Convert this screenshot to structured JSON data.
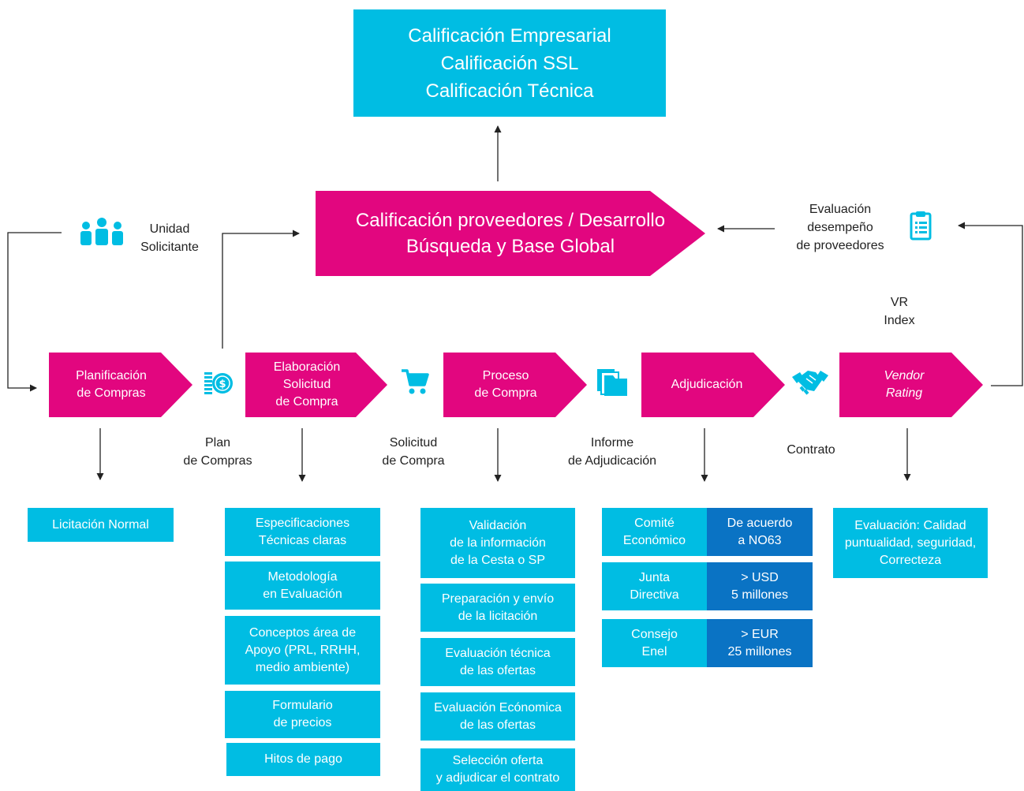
{
  "top_box": {
    "lines": [
      "Calificación Empresarial",
      "Calificación SSL",
      "Calificación Técnica"
    ]
  },
  "middle_band": {
    "lines": [
      "Calificación proveedores / Desarrollo",
      "Búsqueda y Base Global"
    ]
  },
  "side_labels": {
    "unidad": [
      "Unidad",
      "Solicitante"
    ],
    "evaluacion": [
      "Evaluación",
      "desempeño",
      "de proveedores"
    ],
    "vr": [
      "VR",
      "Index"
    ]
  },
  "steps": [
    {
      "lines": [
        "Planificación",
        "de Compras"
      ]
    },
    {
      "lines": [
        "Elaboración",
        "Solicitud",
        "de Compra"
      ]
    },
    {
      "lines": [
        "Proceso",
        "de Compra"
      ]
    },
    {
      "lines": [
        "Adjudicación"
      ]
    },
    {
      "lines": [
        "Vendor",
        "Rating"
      ]
    }
  ],
  "between_labels": [
    {
      "lines": [
        "Plan",
        "de Compras"
      ]
    },
    {
      "lines": [
        "Solicitud",
        "de Compra"
      ]
    },
    {
      "lines": [
        "Informe",
        "de Adjudicación"
      ]
    },
    {
      "lines": [
        "Contrato"
      ]
    }
  ],
  "icons": [
    "people-icon",
    "money-icon",
    "cart-icon",
    "folder-icon",
    "handshake-icon",
    "clipboard-icon"
  ],
  "col1": [
    {
      "lines": [
        "Licitación Normal"
      ]
    }
  ],
  "col2": [
    {
      "lines": [
        "Especificaciones",
        "Técnicas claras"
      ]
    },
    {
      "lines": [
        "Metodología",
        "en Evaluación"
      ]
    },
    {
      "lines": [
        "Conceptos área de",
        "Apoyo (PRL, RRHH,",
        "medio ambiente)"
      ]
    },
    {
      "lines": [
        "Formulario",
        "de precios"
      ]
    },
    {
      "lines": [
        "Hitos de pago"
      ]
    }
  ],
  "col3": [
    {
      "lines": [
        "Validación",
        "de la información",
        "de la Cesta o SP"
      ]
    },
    {
      "lines": [
        "Preparación y envío",
        "de la licitación"
      ]
    },
    {
      "lines": [
        "Evaluación técnica",
        "de las ofertas"
      ]
    },
    {
      "lines": [
        "Evaluación Ecónomica",
        "de las ofertas"
      ]
    },
    {
      "lines": [
        "Selección oferta",
        "y adjudicar el contrato"
      ]
    }
  ],
  "col4": [
    {
      "left": [
        "Comité",
        "Económico"
      ],
      "right": [
        "De acuerdo",
        "a NO63"
      ]
    },
    {
      "left": [
        "Junta",
        "Directiva"
      ],
      "right": [
        "> USD",
        "5 millones"
      ]
    },
    {
      "left": [
        "Consejo",
        "Enel"
      ],
      "right": [
        "> EUR",
        "25 millones"
      ]
    }
  ],
  "col5": [
    {
      "lines": [
        "Evaluación: Calidad",
        "puntualidad, seguridad,",
        "Correcteza"
      ]
    }
  ],
  "colors": {
    "magenta": "#e2067f",
    "cyan": "#00bde3",
    "blue": "#0a73c4",
    "line": "#222222"
  }
}
